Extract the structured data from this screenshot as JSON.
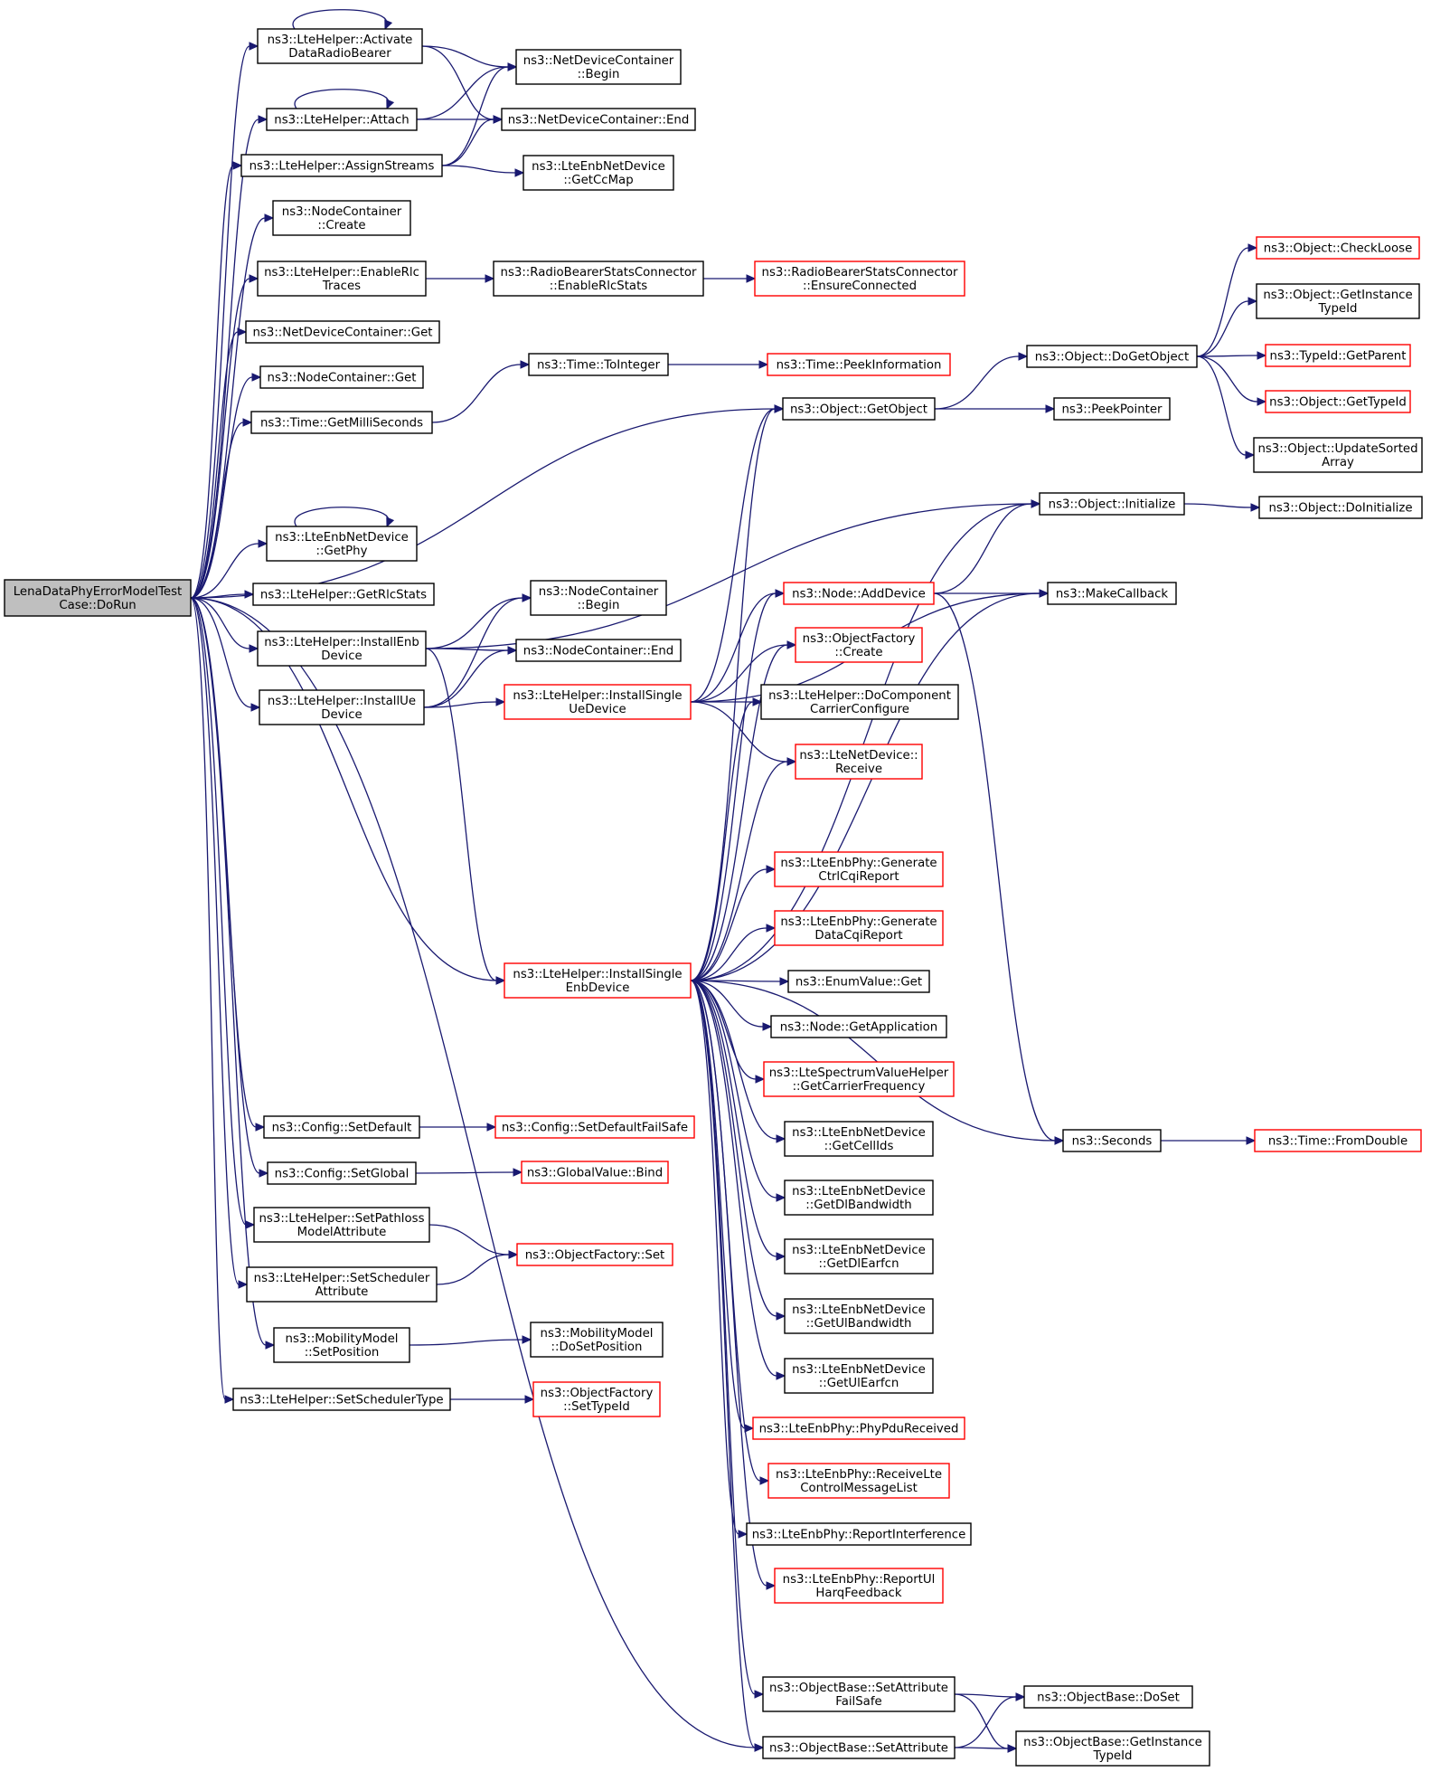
{
  "diagram": {
    "type": "call-graph",
    "root": "n0",
    "colors": {
      "edge": "#191970",
      "incomplete_border": "#ff0000",
      "normal_border": "#000000",
      "root_fill": "#bfbfbf"
    },
    "nodes": [
      {
        "id": "n0",
        "lines": [
          "LenaDataPhyErrorModelTest",
          "Case::DoRun"
        ],
        "style": "root"
      },
      {
        "id": "n1",
        "lines": [
          "ns3::LteHelper::Activate",
          "DataRadioBearer"
        ],
        "style": "normal"
      },
      {
        "id": "n2",
        "lines": [
          "ns3::LteHelper::Attach"
        ],
        "style": "normal"
      },
      {
        "id": "n3",
        "lines": [
          "ns3::LteHelper::AssignStreams"
        ],
        "style": "normal"
      },
      {
        "id": "n4",
        "lines": [
          "ns3::NodeContainer",
          "::Create"
        ],
        "style": "normal"
      },
      {
        "id": "n5",
        "lines": [
          "ns3::LteHelper::EnableRlc",
          "Traces"
        ],
        "style": "normal"
      },
      {
        "id": "n6",
        "lines": [
          "ns3::NetDeviceContainer::Get"
        ],
        "style": "normal"
      },
      {
        "id": "n7",
        "lines": [
          "ns3::NodeContainer::Get"
        ],
        "style": "normal"
      },
      {
        "id": "n8",
        "lines": [
          "ns3::Time::GetMilliSeconds"
        ],
        "style": "normal"
      },
      {
        "id": "n9",
        "lines": [
          "ns3::LteEnbNetDevice",
          "::GetPhy"
        ],
        "style": "normal"
      },
      {
        "id": "n10",
        "lines": [
          "ns3::LteHelper::GetRlcStats"
        ],
        "style": "normal"
      },
      {
        "id": "n11",
        "lines": [
          "ns3::LteHelper::InstallEnb",
          "Device"
        ],
        "style": "normal"
      },
      {
        "id": "n12",
        "lines": [
          "ns3::LteHelper::InstallUe",
          "Device"
        ],
        "style": "normal"
      },
      {
        "id": "n13",
        "lines": [
          "ns3::Config::SetDefault"
        ],
        "style": "normal"
      },
      {
        "id": "n14",
        "lines": [
          "ns3::Config::SetGlobal"
        ],
        "style": "normal"
      },
      {
        "id": "n15",
        "lines": [
          "ns3::LteHelper::SetPathloss",
          "ModelAttribute"
        ],
        "style": "normal"
      },
      {
        "id": "n16",
        "lines": [
          "ns3::LteHelper::SetScheduler",
          "Attribute"
        ],
        "style": "normal"
      },
      {
        "id": "n17",
        "lines": [
          "ns3::MobilityModel",
          "::SetPosition"
        ],
        "style": "normal"
      },
      {
        "id": "n18",
        "lines": [
          "ns3::LteHelper::SetSchedulerType"
        ],
        "style": "normal"
      },
      {
        "id": "n19",
        "lines": [
          "ns3::NetDeviceContainer",
          "::Begin"
        ],
        "style": "normal"
      },
      {
        "id": "n20",
        "lines": [
          "ns3::NetDeviceContainer::End"
        ],
        "style": "normal"
      },
      {
        "id": "n21",
        "lines": [
          "ns3::LteEnbNetDevice",
          "::GetCcMap"
        ],
        "style": "normal"
      },
      {
        "id": "n22",
        "lines": [
          "ns3::RadioBearerStatsConnector",
          "::EnableRlcStats"
        ],
        "style": "normal"
      },
      {
        "id": "n23",
        "lines": [
          "ns3::RadioBearerStatsConnector",
          "::EnsureConnected"
        ],
        "style": "incomplete"
      },
      {
        "id": "n24",
        "lines": [
          "ns3::Time::ToInteger"
        ],
        "style": "normal"
      },
      {
        "id": "n25",
        "lines": [
          "ns3::Time::PeekInformation"
        ],
        "style": "incomplete"
      },
      {
        "id": "n26",
        "lines": [
          "ns3::Object::GetObject"
        ],
        "style": "normal"
      },
      {
        "id": "n27",
        "lines": [
          "ns3::Object::DoGetObject"
        ],
        "style": "normal"
      },
      {
        "id": "n28",
        "lines": [
          "ns3::PeekPointer"
        ],
        "style": "normal"
      },
      {
        "id": "n29",
        "lines": [
          "ns3::Object::CheckLoose"
        ],
        "style": "incomplete"
      },
      {
        "id": "n30",
        "lines": [
          "ns3::Object::GetInstance",
          "TypeId"
        ],
        "style": "normal"
      },
      {
        "id": "n31",
        "lines": [
          "ns3::TypeId::GetParent"
        ],
        "style": "incomplete"
      },
      {
        "id": "n32",
        "lines": [
          "ns3::Object::GetTypeId"
        ],
        "style": "incomplete"
      },
      {
        "id": "n33",
        "lines": [
          "ns3::Object::UpdateSorted",
          "Array"
        ],
        "style": "normal"
      },
      {
        "id": "n34",
        "lines": [
          "ns3::Object::Initialize"
        ],
        "style": "normal"
      },
      {
        "id": "n35",
        "lines": [
          "ns3::Object::DoInitialize"
        ],
        "style": "normal"
      },
      {
        "id": "n36",
        "lines": [
          "ns3::NodeContainer",
          "::Begin"
        ],
        "style": "normal"
      },
      {
        "id": "n37",
        "lines": [
          "ns3::NodeContainer::End"
        ],
        "style": "normal"
      },
      {
        "id": "n38",
        "lines": [
          "ns3::LteHelper::InstallSingle",
          "UeDevice"
        ],
        "style": "incomplete"
      },
      {
        "id": "n39",
        "lines": [
          "ns3::LteHelper::InstallSingle",
          "EnbDevice"
        ],
        "style": "incomplete"
      },
      {
        "id": "n40",
        "lines": [
          "ns3::Node::AddDevice"
        ],
        "style": "incomplete"
      },
      {
        "id": "n41",
        "lines": [
          "ns3::MakeCallback"
        ],
        "style": "normal"
      },
      {
        "id": "n42",
        "lines": [
          "ns3::ObjectFactory",
          "::Create"
        ],
        "style": "incomplete"
      },
      {
        "id": "n43",
        "lines": [
          "ns3::LteHelper::DoComponent",
          "CarrierConfigure"
        ],
        "style": "normal"
      },
      {
        "id": "n44",
        "lines": [
          "ns3::LteNetDevice::",
          "Receive"
        ],
        "style": "incomplete"
      },
      {
        "id": "n45",
        "lines": [
          "ns3::LteEnbPhy::Generate",
          "CtrlCqiReport"
        ],
        "style": "incomplete"
      },
      {
        "id": "n46",
        "lines": [
          "ns3::LteEnbPhy::Generate",
          "DataCqiReport"
        ],
        "style": "incomplete"
      },
      {
        "id": "n47",
        "lines": [
          "ns3::EnumValue::Get"
        ],
        "style": "normal"
      },
      {
        "id": "n48",
        "lines": [
          "ns3::Node::GetApplication"
        ],
        "style": "normal"
      },
      {
        "id": "n49",
        "lines": [
          "ns3::LteSpectrumValueHelper",
          "::GetCarrierFrequency"
        ],
        "style": "incomplete"
      },
      {
        "id": "n50",
        "lines": [
          "ns3::LteEnbNetDevice",
          "::GetCellIds"
        ],
        "style": "normal"
      },
      {
        "id": "n51",
        "lines": [
          "ns3::LteEnbNetDevice",
          "::GetDlBandwidth"
        ],
        "style": "normal"
      },
      {
        "id": "n52",
        "lines": [
          "ns3::LteEnbNetDevice",
          "::GetDlEarfcn"
        ],
        "style": "normal"
      },
      {
        "id": "n53",
        "lines": [
          "ns3::LteEnbNetDevice",
          "::GetUlBandwidth"
        ],
        "style": "normal"
      },
      {
        "id": "n54",
        "lines": [
          "ns3::LteEnbNetDevice",
          "::GetUlEarfcn"
        ],
        "style": "normal"
      },
      {
        "id": "n55",
        "lines": [
          "ns3::LteEnbPhy::PhyPduReceived"
        ],
        "style": "incomplete"
      },
      {
        "id": "n56",
        "lines": [
          "ns3::LteEnbPhy::ReceiveLte",
          "ControlMessageList"
        ],
        "style": "incomplete"
      },
      {
        "id": "n57",
        "lines": [
          "ns3::LteEnbPhy::ReportInterference"
        ],
        "style": "normal"
      },
      {
        "id": "n58",
        "lines": [
          "ns3::LteEnbPhy::ReportUl",
          "HarqFeedback"
        ],
        "style": "incomplete"
      },
      {
        "id": "n59",
        "lines": [
          "ns3::Seconds"
        ],
        "style": "normal"
      },
      {
        "id": "n60",
        "lines": [
          "ns3::Time::FromDouble"
        ],
        "style": "incomplete"
      },
      {
        "id": "n61",
        "lines": [
          "ns3::Config::SetDefaultFailSafe"
        ],
        "style": "incomplete"
      },
      {
        "id": "n62",
        "lines": [
          "ns3::GlobalValue::Bind"
        ],
        "style": "incomplete"
      },
      {
        "id": "n63",
        "lines": [
          "ns3::ObjectFactory::Set"
        ],
        "style": "incomplete"
      },
      {
        "id": "n64",
        "lines": [
          "ns3::MobilityModel",
          "::DoSetPosition"
        ],
        "style": "normal"
      },
      {
        "id": "n65",
        "lines": [
          "ns3::ObjectFactory",
          "::SetTypeId"
        ],
        "style": "incomplete"
      },
      {
        "id": "n66",
        "lines": [
          "ns3::ObjectBase::SetAttribute",
          "FailSafe"
        ],
        "style": "normal"
      },
      {
        "id": "n67",
        "lines": [
          "ns3::ObjectBase::SetAttribute"
        ],
        "style": "normal"
      },
      {
        "id": "n68",
        "lines": [
          "ns3::ObjectBase::DoSet"
        ],
        "style": "normal"
      },
      {
        "id": "n69",
        "lines": [
          "ns3::ObjectBase::GetInstance",
          "TypeId"
        ],
        "style": "normal"
      }
    ],
    "edges": [
      [
        "n0",
        "n1"
      ],
      [
        "n0",
        "n2"
      ],
      [
        "n0",
        "n3"
      ],
      [
        "n0",
        "n4"
      ],
      [
        "n0",
        "n5"
      ],
      [
        "n0",
        "n6"
      ],
      [
        "n0",
        "n7"
      ],
      [
        "n0",
        "n8"
      ],
      [
        "n0",
        "n26"
      ],
      [
        "n0",
        "n9"
      ],
      [
        "n0",
        "n10"
      ],
      [
        "n0",
        "n11"
      ],
      [
        "n0",
        "n12"
      ],
      [
        "n0",
        "n13"
      ],
      [
        "n0",
        "n14"
      ],
      [
        "n0",
        "n15"
      ],
      [
        "n0",
        "n16"
      ],
      [
        "n0",
        "n17"
      ],
      [
        "n0",
        "n18"
      ],
      [
        "n0",
        "n39"
      ],
      [
        "n0",
        "n67"
      ],
      [
        "n1",
        "n1"
      ],
      [
        "n1",
        "n19"
      ],
      [
        "n1",
        "n20"
      ],
      [
        "n2",
        "n2"
      ],
      [
        "n2",
        "n19"
      ],
      [
        "n2",
        "n20"
      ],
      [
        "n3",
        "n19"
      ],
      [
        "n3",
        "n20"
      ],
      [
        "n3",
        "n21"
      ],
      [
        "n5",
        "n22"
      ],
      [
        "n22",
        "n23"
      ],
      [
        "n8",
        "n24"
      ],
      [
        "n24",
        "n25"
      ],
      [
        "n9",
        "n9"
      ],
      [
        "n11",
        "n34"
      ],
      [
        "n11",
        "n36"
      ],
      [
        "n11",
        "n37"
      ],
      [
        "n11",
        "n39"
      ],
      [
        "n12",
        "n36"
      ],
      [
        "n12",
        "n37"
      ],
      [
        "n12",
        "n38"
      ],
      [
        "n26",
        "n27"
      ],
      [
        "n26",
        "n28"
      ],
      [
        "n27",
        "n29"
      ],
      [
        "n27",
        "n30"
      ],
      [
        "n27",
        "n31"
      ],
      [
        "n27",
        "n32"
      ],
      [
        "n27",
        "n33"
      ],
      [
        "n34",
        "n35"
      ],
      [
        "n38",
        "n26"
      ],
      [
        "n38",
        "n40"
      ],
      [
        "n38",
        "n41"
      ],
      [
        "n38",
        "n42"
      ],
      [
        "n38",
        "n43"
      ],
      [
        "n38",
        "n44"
      ],
      [
        "n39",
        "n26"
      ],
      [
        "n39",
        "n34"
      ],
      [
        "n39",
        "n40"
      ],
      [
        "n39",
        "n42"
      ],
      [
        "n39",
        "n43"
      ],
      [
        "n39",
        "n44"
      ],
      [
        "n39",
        "n41"
      ],
      [
        "n39",
        "n45"
      ],
      [
        "n39",
        "n46"
      ],
      [
        "n39",
        "n47"
      ],
      [
        "n39",
        "n48"
      ],
      [
        "n39",
        "n49"
      ],
      [
        "n39",
        "n50"
      ],
      [
        "n39",
        "n51"
      ],
      [
        "n39",
        "n52"
      ],
      [
        "n39",
        "n53"
      ],
      [
        "n39",
        "n54"
      ],
      [
        "n39",
        "n55"
      ],
      [
        "n39",
        "n56"
      ],
      [
        "n39",
        "n57"
      ],
      [
        "n39",
        "n58"
      ],
      [
        "n39",
        "n59"
      ],
      [
        "n39",
        "n66"
      ],
      [
        "n39",
        "n67"
      ],
      [
        "n40",
        "n34"
      ],
      [
        "n40",
        "n41"
      ],
      [
        "n40",
        "n59"
      ],
      [
        "n59",
        "n60"
      ],
      [
        "n13",
        "n61"
      ],
      [
        "n14",
        "n62"
      ],
      [
        "n15",
        "n63"
      ],
      [
        "n16",
        "n63"
      ],
      [
        "n17",
        "n64"
      ],
      [
        "n18",
        "n65"
      ],
      [
        "n66",
        "n68"
      ],
      [
        "n66",
        "n69"
      ],
      [
        "n67",
        "n68"
      ],
      [
        "n67",
        "n69"
      ]
    ]
  }
}
